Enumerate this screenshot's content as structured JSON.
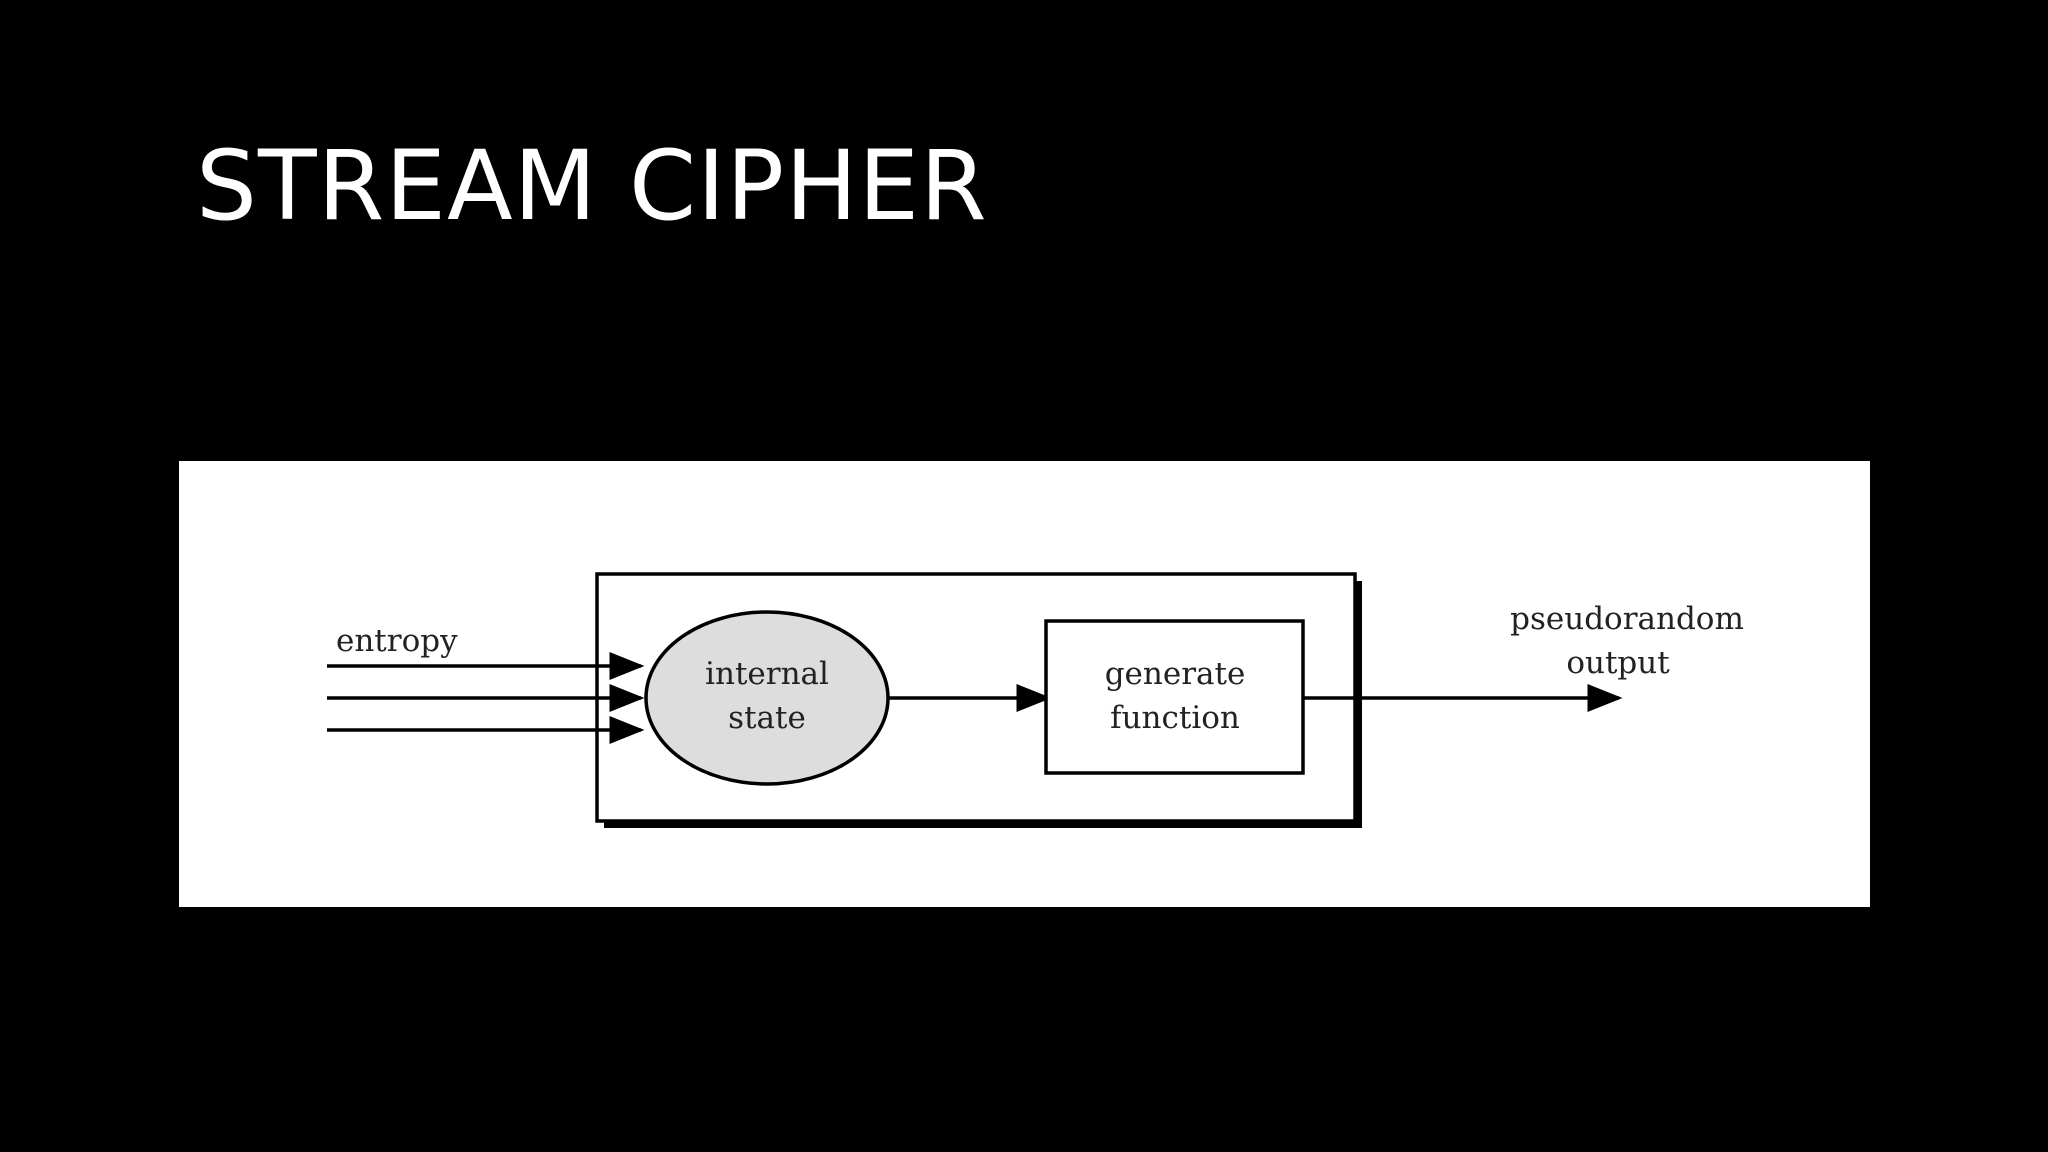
{
  "slide": {
    "title": "STREAM CIPHER"
  },
  "diagram": {
    "input_label": "entropy",
    "state_label_line1": "internal",
    "state_label_line2": "state",
    "function_label_line1": "generate",
    "function_label_line2": "function",
    "output_label_line1": "pseudorandom",
    "output_label_line2": "output",
    "colors": {
      "background": "#000000",
      "panel": "#ffffff",
      "stroke": "#000000",
      "state_fill": "#dddddd",
      "title_text": "#ffffff"
    }
  }
}
